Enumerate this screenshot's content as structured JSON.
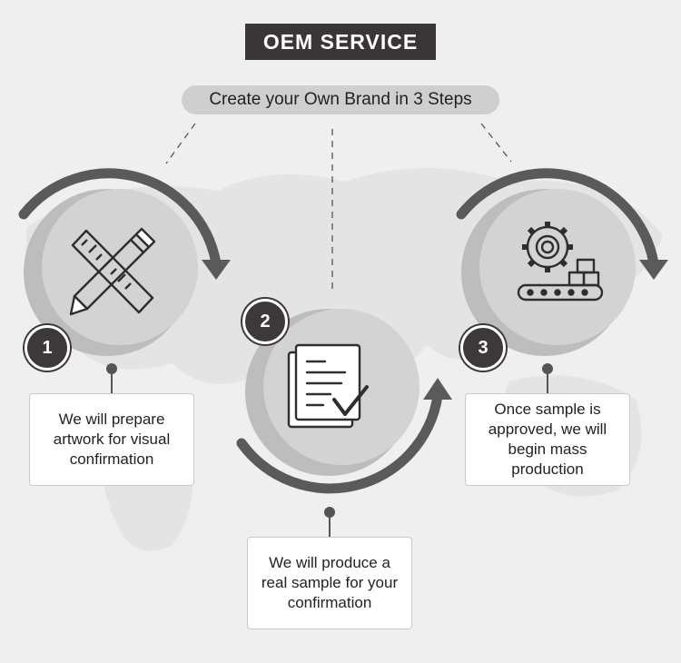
{
  "header": {
    "title": "OEM SERVICE",
    "subtitle": "Create your Own Brand in 3 Steps"
  },
  "steps": [
    {
      "number": "1",
      "text": "We will prepare artwork for visual confirmation",
      "icon": "pencil-ruler-icon"
    },
    {
      "number": "2",
      "text": "We will produce a real sample for your confirmation",
      "icon": "document-check-icon"
    },
    {
      "number": "3",
      "text": "Once sample is approved, we will begin mass production",
      "icon": "gear-conveyor-icon"
    }
  ],
  "colors": {
    "dark": "#3a3637",
    "circle": "#d3d3d3",
    "circle_shadow": "#bdbdbd",
    "arc": "#5a5a5a",
    "background": "#efefef"
  }
}
